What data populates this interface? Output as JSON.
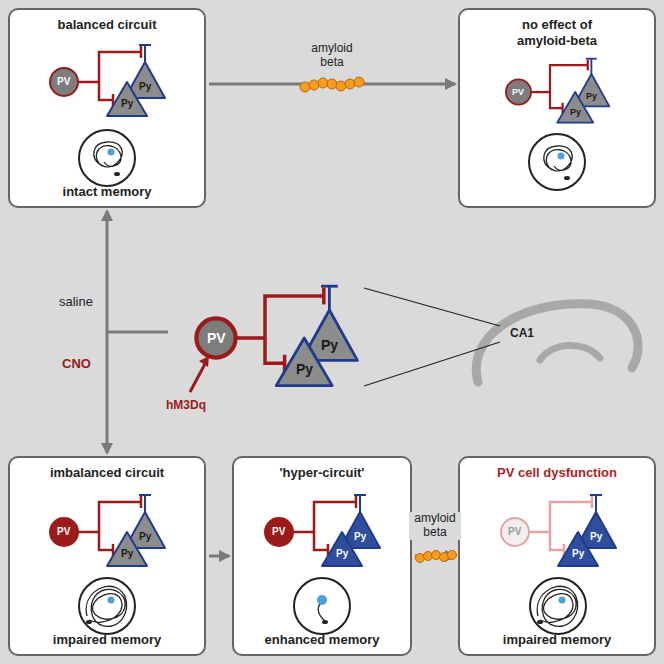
{
  "diagram": {
    "nodes": [
      {
        "text": [
          "balanced circuit",
          "intact memory"
        ]
      },
      {
        "text": [
          "no effect of amyloid-beta"
        ]
      },
      {
        "text": [
          "imbalanced circuit",
          "impaired memory"
        ]
      },
      {
        "text": [
          "'hyper-circuit'",
          "enhanced memory"
        ]
      },
      {
        "text": [
          "PV cell dysfunction",
          "impaired memory"
        ]
      }
    ],
    "edges": [
      {
        "from": 0,
        "to": 1,
        "label": "amyloid beta",
        "arrow": "to"
      },
      {
        "from": 0,
        "to": 2,
        "arrow": "both"
      },
      {
        "from": 2,
        "to": 3,
        "arrow": "to"
      },
      {
        "from": 3,
        "to": 4,
        "label": "amyloid beta",
        "arrow": "to"
      }
    ],
    "labels": [
      "PV",
      "Py",
      "Py",
      "PV",
      "Py",
      "Py",
      "saline",
      "CNO",
      "PV",
      "Py",
      "Py",
      "hM3Dq",
      "CA1",
      "PV",
      "Py",
      "Py",
      "PV",
      "Py",
      "Py",
      "PV",
      "Py",
      "Py"
    ]
  }
}
